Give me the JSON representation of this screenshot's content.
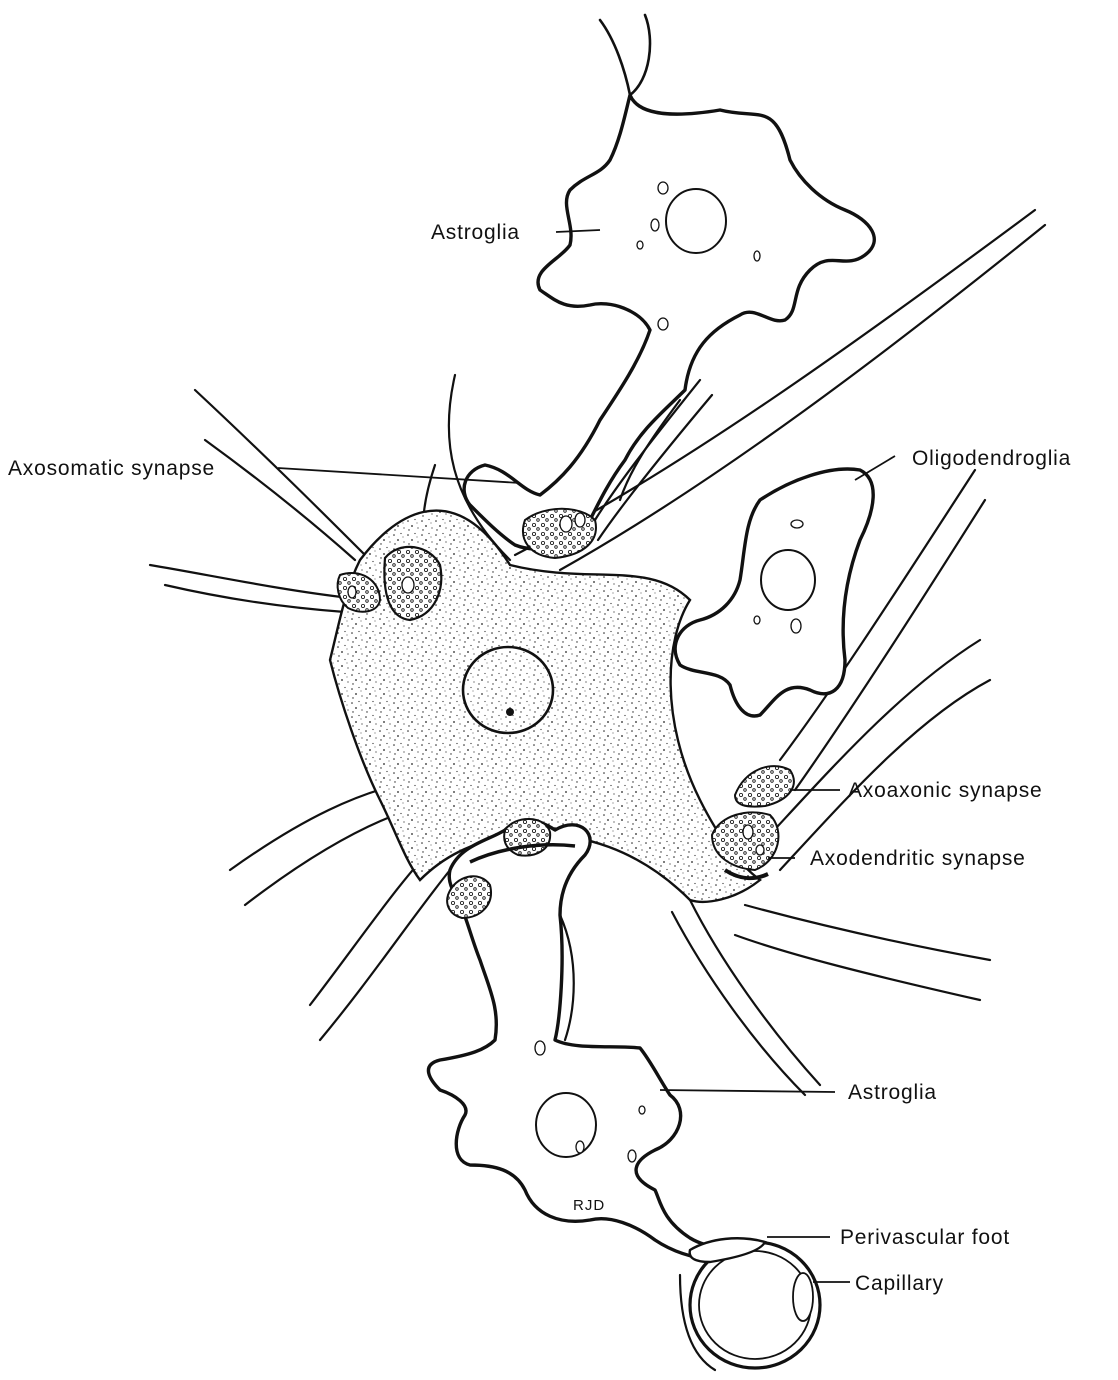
{
  "labels": {
    "astroglia_top": "Astroglia",
    "oligodendroglia": "Oligodendroglia",
    "axosomatic_synapse": "Axosomatic synapse",
    "axoaxonic_synapse": "Axoaxonic synapse",
    "axodendritic_synapse": "Axodendritic synapse",
    "astroglia_bottom": "Astroglia",
    "perivascular_foot": "Perivascular foot",
    "capillary": "Capillary"
  },
  "signature": "RJD",
  "colors": {
    "ink": "#111111",
    "paper": "#ffffff"
  }
}
